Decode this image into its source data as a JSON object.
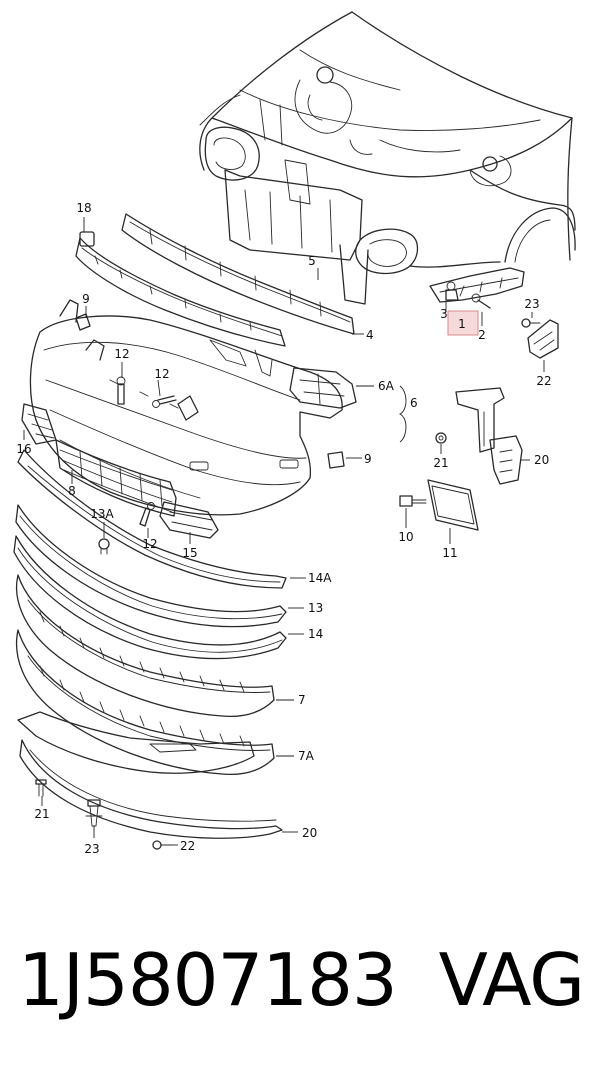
{
  "diagram": {
    "callouts": [
      {
        "id": "c18",
        "text": "18"
      },
      {
        "id": "c5",
        "text": "5"
      },
      {
        "id": "c4",
        "text": "4"
      },
      {
        "id": "c9a",
        "text": "9"
      },
      {
        "id": "c12a",
        "text": "12"
      },
      {
        "id": "c12b",
        "text": "12"
      },
      {
        "id": "c6A",
        "text": "6A"
      },
      {
        "id": "c6",
        "text": "6"
      },
      {
        "id": "c9b",
        "text": "9"
      },
      {
        "id": "c16",
        "text": "16"
      },
      {
        "id": "c8",
        "text": "8"
      },
      {
        "id": "c13A",
        "text": "13A"
      },
      {
        "id": "c12c",
        "text": "12"
      },
      {
        "id": "c15",
        "text": "15"
      },
      {
        "id": "c14A",
        "text": "14A"
      },
      {
        "id": "c13",
        "text": "13"
      },
      {
        "id": "c14",
        "text": "14"
      },
      {
        "id": "c7",
        "text": "7"
      },
      {
        "id": "c7A",
        "text": "7A"
      },
      {
        "id": "c21a",
        "text": "21"
      },
      {
        "id": "c23a",
        "text": "23"
      },
      {
        "id": "c22a",
        "text": "22"
      },
      {
        "id": "c20a",
        "text": "20"
      },
      {
        "id": "c3",
        "text": "3"
      },
      {
        "id": "c1",
        "text": "1"
      },
      {
        "id": "c2",
        "text": "2"
      },
      {
        "id": "c23b",
        "text": "23"
      },
      {
        "id": "c22b",
        "text": "22"
      },
      {
        "id": "c21b",
        "text": "21"
      },
      {
        "id": "c20b",
        "text": "20"
      },
      {
        "id": "c10",
        "text": "10"
      },
      {
        "id": "c11",
        "text": "11"
      }
    ],
    "highlighted_callout": "1"
  },
  "footer": {
    "part_number": "1J5807183",
    "brand": "VAG"
  },
  "colors": {
    "line": "#2a2a2a",
    "highlight_fill": "#f6dada",
    "highlight_stroke": "#d98a8a",
    "text": "#111111"
  }
}
